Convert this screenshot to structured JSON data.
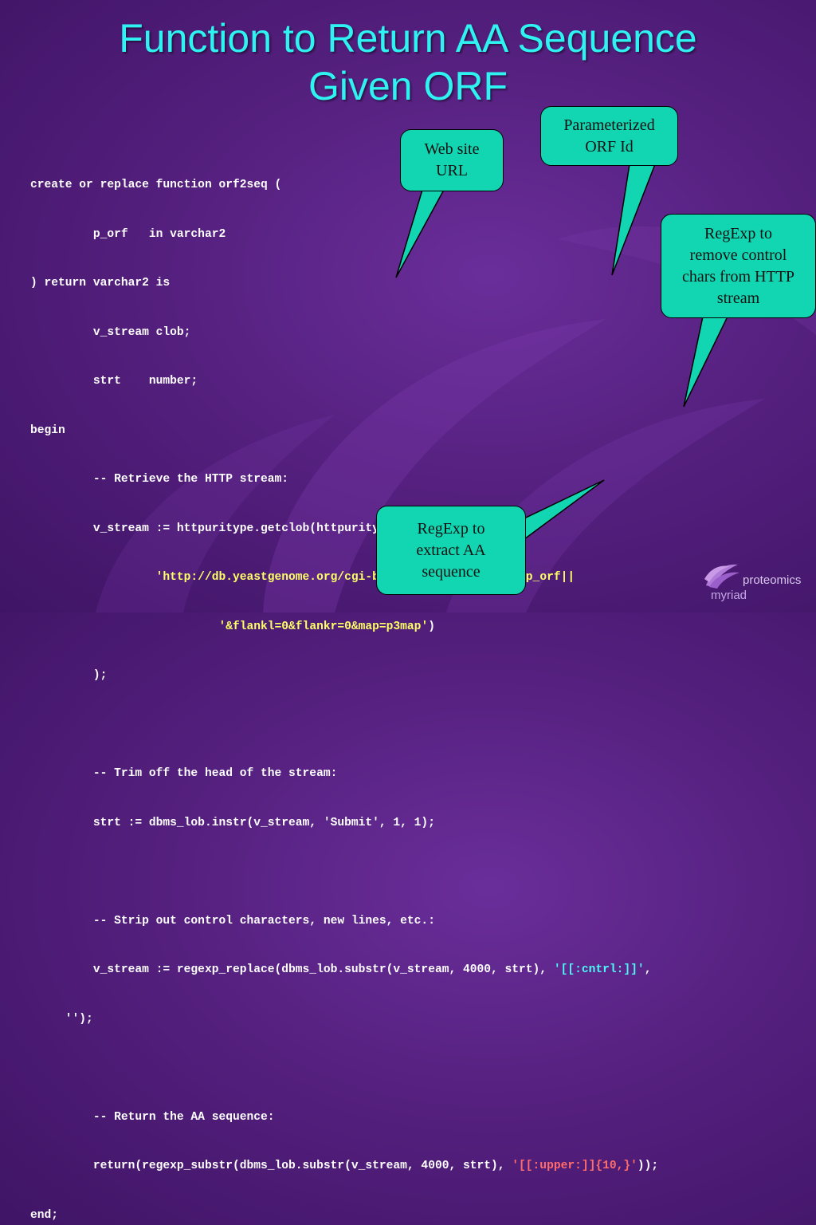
{
  "slide": {
    "title_line1": "Function to Return AA Sequence",
    "title_line2": "Given ORF"
  },
  "code": {
    "l1": "create or replace function orf2seq (",
    "l2": "         p_orf   in varchar2",
    "l3": ") return varchar2 is",
    "l4": "         v_stream clob;",
    "l5": "         strt    number;",
    "l6": "begin",
    "l7": "         -- Retrieve the HTTP stream:",
    "l8": "         v_stream := httpuritype.getclob(httpuritype.createuri(",
    "l9_indent": "                  ",
    "l9_str": "'http://db.yeastgenome.org/cgi-bin/SGD/getSeq?seq='||p_orf||",
    "l10_indent": "                           ",
    "l10_str": "'&flankl=0&flankr=0&map=p3map'",
    "l10_end": ")",
    "l11": "         );",
    "l12": "         -- Trim off the head of the stream:",
    "l13": "         strt := dbms_lob.instr(v_stream, 'Submit', 1, 1);",
    "l14": "         -- Strip out control characters, new lines, etc.:",
    "l15_pre": "         v_stream := regexp_replace(dbms_lob.substr(v_stream, 4000, strt), ",
    "l15_str": "'[[:cntrl:]]'",
    "l15_end": ",",
    "l16": "     '');",
    "l17": "         -- Return the AA sequence:",
    "l18_pre": "         return(regexp_substr(dbms_lob.substr(v_stream, 4000, strt), ",
    "l18_str": "'[[:upper:]]{10,}'",
    "l18_end": "));",
    "l19": "end;"
  },
  "callouts": {
    "website_line1": "Web site",
    "website_line2": "URL",
    "param_line1": "Parameterized",
    "param_line2": "ORF Id",
    "regexp_ctrl_line1": "RegExp to",
    "regexp_ctrl_line2": "remove control",
    "regexp_ctrl_line3": "chars from HTTP",
    "regexp_ctrl_line4": "stream",
    "regexp_aa_line1": "RegExp to",
    "regexp_aa_line2": "extract AA",
    "regexp_aa_line3": "sequence"
  },
  "logo": {
    "text1": "proteomics",
    "text2": "myriad"
  },
  "colors": {
    "title": "#2ff2f2",
    "callout_fill": "#12d6b2",
    "string_yellow": "#ffff66",
    "string_cyan": "#4df7f7",
    "string_red": "#ff6d6d"
  }
}
